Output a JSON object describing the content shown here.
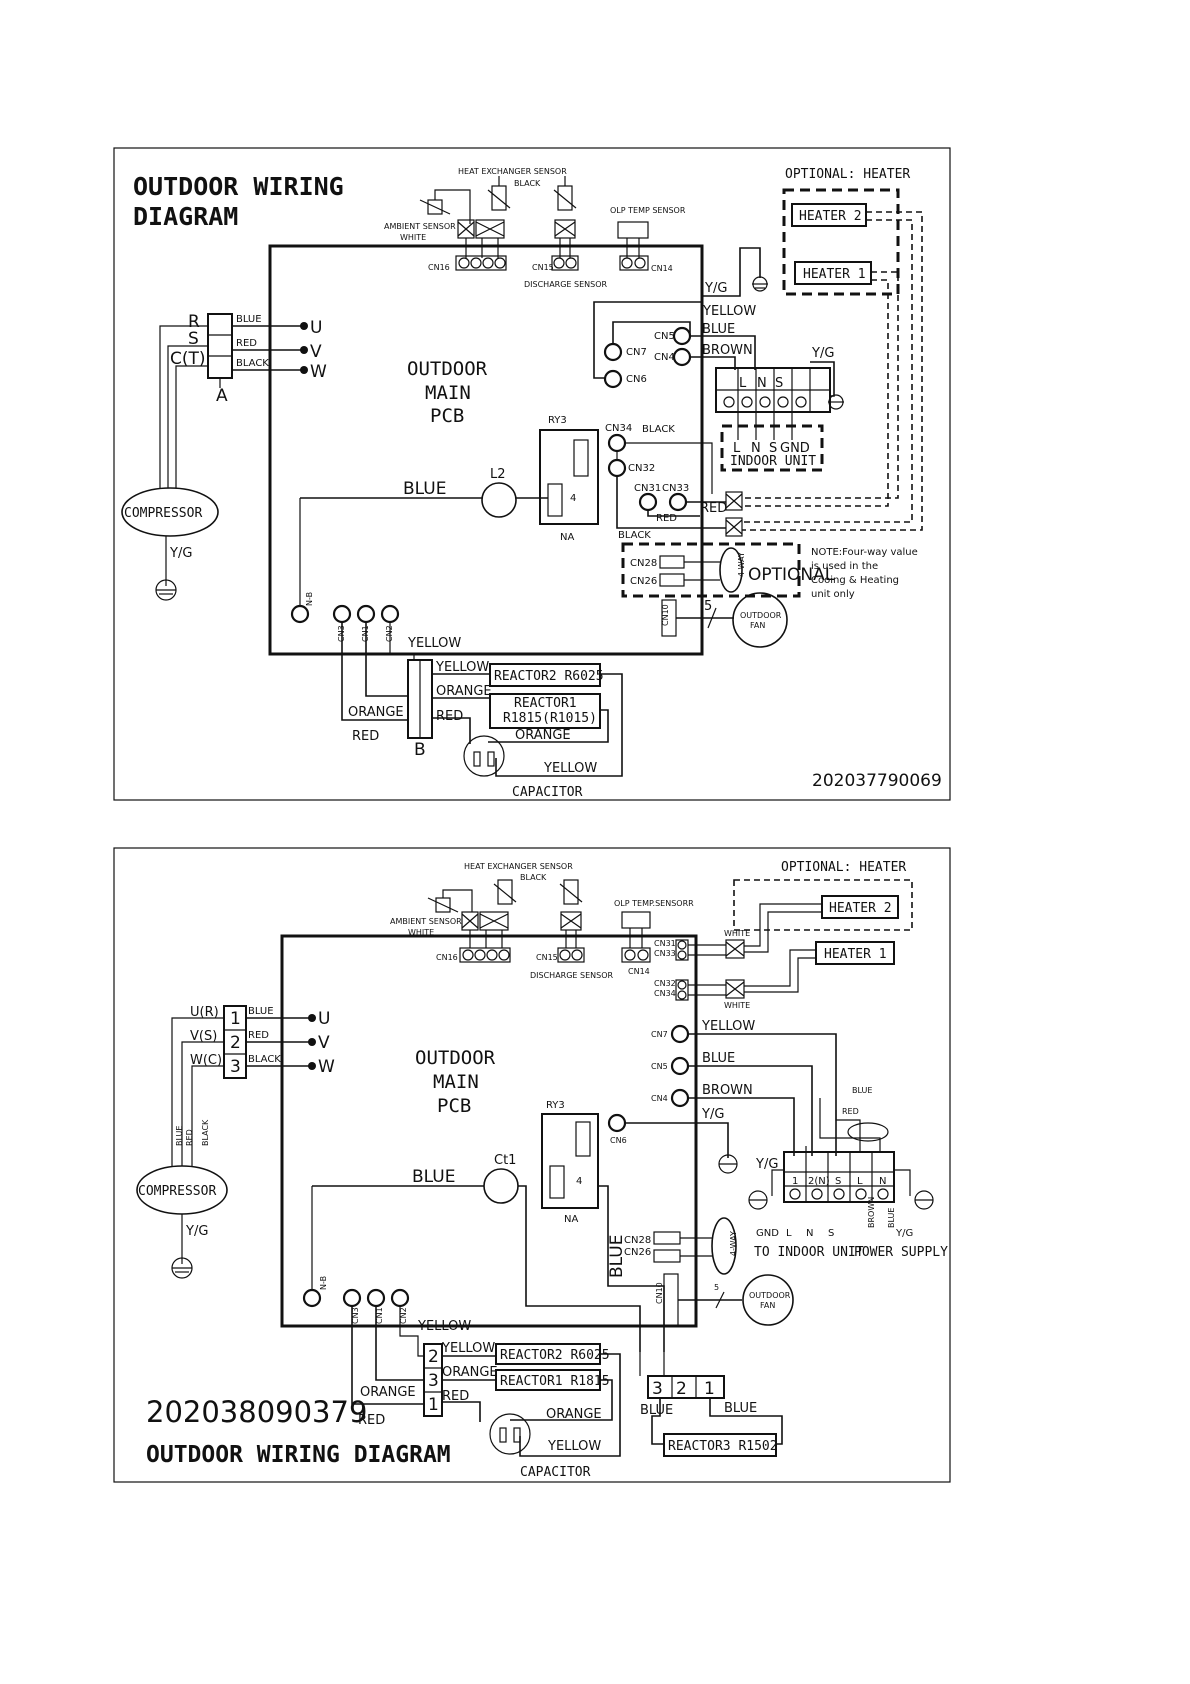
{
  "d1": {
    "title_l1": "OUTDOOR WIRING",
    "title_l2": "DIAGRAM",
    "optional_heater": "OPTIONAL: HEATER",
    "heater2": "HEATER 2",
    "heater1": "HEATER 1",
    "hx_sensor": "HEAT EXCHANGER SENSOR",
    "black": "BLACK",
    "ambient_sensor": "AMBIENT SENSOR",
    "white": "WHITE",
    "olp": "OLP TEMP SENSOR",
    "cn16": "CN16",
    "cn15": "CN15",
    "cn14": "CN14",
    "discharge": "DISCHARGE SENSOR",
    "yg": "Y/G",
    "yellow": "YELLOW",
    "blue": "BLUE",
    "brown": "BROWN",
    "red": "RED",
    "orange": "ORANGE",
    "cn5": "CN5",
    "cn4": "CN4",
    "cn7": "CN7",
    "cn6": "CN6",
    "pcb_l1": "OUTDOOR",
    "pcb_l2": "MAIN",
    "pcb_l3": "PCB",
    "r": "R",
    "s": "S",
    "ct": "C(T)",
    "a": "A",
    "u": "U",
    "v": "V",
    "w": "W",
    "tb_l": "L",
    "tb_n": "N",
    "tb_s": "S",
    "indoor": "INDOOR UNIT",
    "gnd": "GND",
    "ry3": "RY3",
    "num4": "4",
    "na": "NA",
    "cn34": "CN34",
    "cn32": "CN32",
    "cn31": "CN31",
    "cn33": "CN33",
    "l2": "L2",
    "compressor": "COMPRESSOR",
    "cn28": "CN28",
    "cn26": "CN26",
    "fourway": "4-WAY",
    "optional": "OPTIONAL",
    "note_l1": "NOTE:Four-way value",
    "note_l2": "is used in the",
    "note_l3": "Cooing & Heating",
    "note_l4": "unit only",
    "nb": "N-B",
    "cn3": "CN3",
    "cn1": "CN1",
    "cn2": "CN2",
    "cn10": "CN10",
    "five": "5",
    "outdoor_fan_l1": "OUTDOOR",
    "outdoor_fan_l2": "FAN",
    "reactor2": "REACTOR2 R6025",
    "reactor1_l1": "REACTOR1",
    "reactor1_l2": "R1815(R1015)",
    "b": "B",
    "capacitor": "CAPACITOR",
    "code": "202037790069"
  },
  "d2": {
    "optional_heater": "OPTIONAL: HEATER",
    "heater2": "HEATER 2",
    "heater1": "HEATER 1",
    "hx_sensor": "HEAT EXCHANGER SENSOR",
    "black": "BLACK",
    "ambient_sensor": "AMBIENT SENSOR",
    "white": "WHITE",
    "olp": "OLP TEMP.SENSORR",
    "cn16": "CN16",
    "cn15": "CN15",
    "cn14": "CN14",
    "discharge": "DISCHARGE SENSOR",
    "cn31": "CN31",
    "cn33": "CN33",
    "cn32": "CN32",
    "cn34": "CN34",
    "ur": "U(R)",
    "vs": "V(S)",
    "wc": "W(C)",
    "n1": "1",
    "n2": "2",
    "n3": "3",
    "u": "U",
    "v": "V",
    "w": "W",
    "blue": "BLUE",
    "red": "RED",
    "black2": "BLACK",
    "pcb_l1": "OUTDOOR",
    "pcb_l2": "MAIN",
    "pcb_l3": "PCB",
    "cn7": "CN7",
    "cn5": "CN5",
    "cn4": "CN4",
    "cn6": "CN6",
    "yellow": "YELLOW",
    "brown": "BROWN",
    "yg": "Y/G",
    "ry3": "RY3",
    "num4": "4",
    "na": "NA",
    "ct1": "Ct1",
    "compressor": "COMPRESSOR",
    "cn28": "CN28",
    "cn26": "CN26",
    "fourway": "4-WAY",
    "tb1": "1",
    "tb2n": "2(N)",
    "tbs": "S",
    "tbl": "L",
    "tbn": "N",
    "gnd": "GND",
    "l": "L",
    "n": "N",
    "s": "S",
    "brown_v": "BROWN",
    "blue_v": "BLUE",
    "to_indoor": "TO INDOOR UNIT",
    "power_supply": "POWER SUPPLY",
    "nb": "N-B",
    "cn3": "CN3",
    "cn1": "CN1",
    "cn2": "CN2",
    "cn10": "CN10",
    "five": "5",
    "outdoor_fan_l1": "OUTDOOR",
    "outdoor_fan_l2": "FAN",
    "orange": "ORANGE",
    "reactor2": "REACTOR2 R6025",
    "reactor1": "REACTOR1 R1815",
    "capacitor": "CAPACITOR",
    "reactor3": "REACTOR3 R1502",
    "code": "202038090379",
    "title": "OUTDOOR WIRING DIAGRAM"
  }
}
